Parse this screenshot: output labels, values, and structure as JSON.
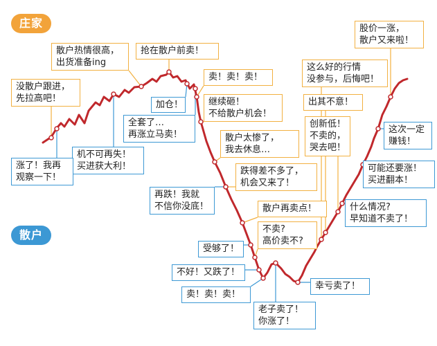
{
  "colors": {
    "curve": "#c0282c",
    "dot": "#ffffff",
    "seller_border": "#f2b040",
    "buyer_border": "#3c98d4",
    "seller_tag_bg": "#f2a33a",
    "buyer_tag_bg": "#3c98d4"
  },
  "labels": {
    "zhuang": "庄家",
    "sanhu": "散户"
  },
  "bubbles": [
    {
      "id": "b1",
      "text": "没散户跟进，\n先拉高吧！",
      "group": "zhuang"
    },
    {
      "id": "b2",
      "text": "散户热情很高，\n出货准备ing",
      "group": "zhuang"
    },
    {
      "id": "b3",
      "text": "抢在散户前卖！",
      "group": "zhuang"
    },
    {
      "id": "b4",
      "text": "加仓！",
      "group": "sanhu"
    },
    {
      "id": "b5",
      "text": "卖！卖！卖！",
      "group": "zhuang"
    },
    {
      "id": "b6",
      "text": "继续砸！\n不给散户机会！",
      "group": "zhuang"
    },
    {
      "id": "b7",
      "text": "全套了…\n再涨立马卖！",
      "group": "sanhu"
    },
    {
      "id": "b8",
      "text": "机不可再失！\n买进获大利！",
      "group": "sanhu"
    },
    {
      "id": "b9",
      "text": "涨了！我再\n观察一下！",
      "group": "sanhu"
    },
    {
      "id": "b10",
      "text": "散户太惨了，\n我去休息…",
      "group": "zhuang"
    },
    {
      "id": "b11",
      "text": "跌得差不多了，\n机会又来了！",
      "group": "zhuang"
    },
    {
      "id": "b12",
      "text": "再跌！我就\n不信你没底！",
      "group": "sanhu"
    },
    {
      "id": "b13",
      "text": "散户再卖点！",
      "group": "zhuang"
    },
    {
      "id": "b14",
      "text": "不卖?\n高价卖不?",
      "group": "zhuang"
    },
    {
      "id": "b15",
      "text": "受够了！",
      "group": "sanhu"
    },
    {
      "id": "b16",
      "text": "不好！又跌了！",
      "group": "sanhu"
    },
    {
      "id": "b17",
      "text": "卖！卖！卖！",
      "group": "sanhu"
    },
    {
      "id": "b18",
      "text": "老子卖了！\n你涨了！",
      "group": "sanhu"
    },
    {
      "id": "b19",
      "text": "幸亏卖了！",
      "group": "sanhu"
    },
    {
      "id": "b20",
      "text": "这么好的行情\n没参与，后悔吧！",
      "group": "zhuang"
    },
    {
      "id": "b21",
      "text": "出其不意！",
      "group": "zhuang"
    },
    {
      "id": "b22",
      "text": "创新低！\n不卖的，\n哭去吧！",
      "group": "zhuang"
    },
    {
      "id": "b23",
      "text": "股价一涨，\n散户又来啦！",
      "group": "zhuang"
    },
    {
      "id": "b24",
      "text": "这次一定\n赚钱！",
      "group": "sanhu"
    },
    {
      "id": "b25",
      "text": "可能还要涨！\n买进翻本！",
      "group": "sanhu"
    },
    {
      "id": "b26",
      "text": "什么情况?\n早知道不卖了！",
      "group": "sanhu"
    }
  ]
}
